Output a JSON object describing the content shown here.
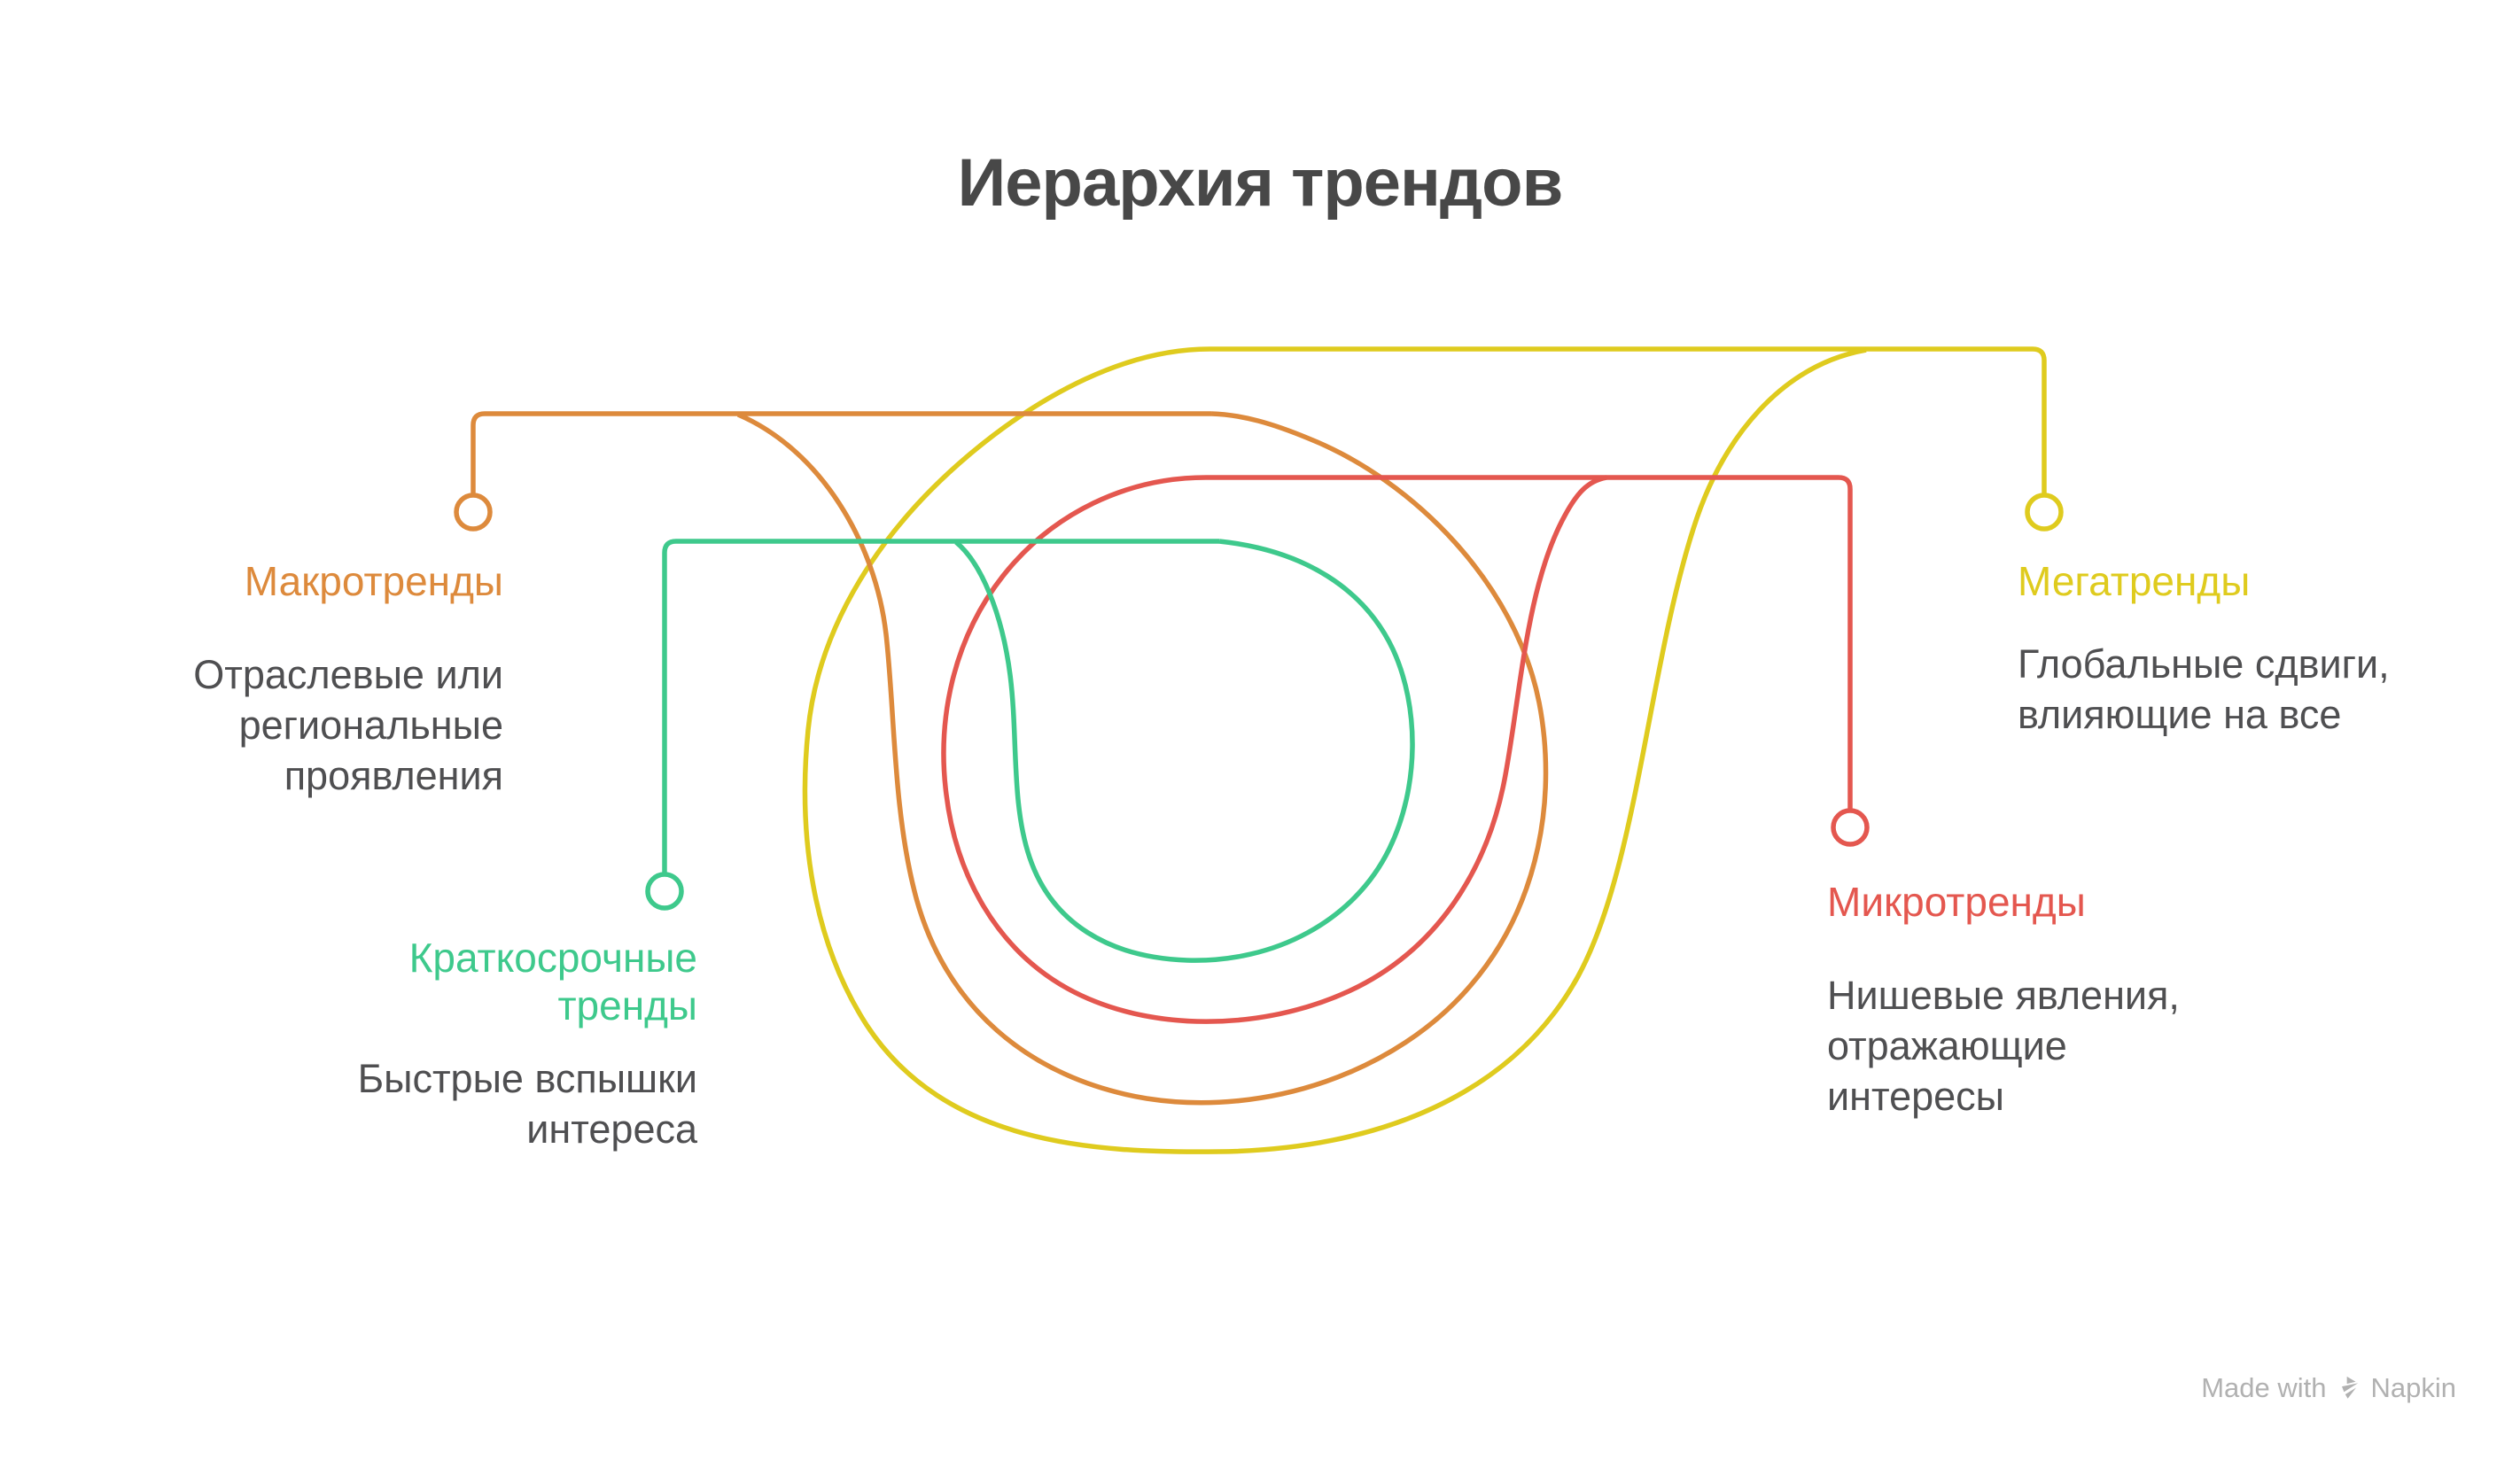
{
  "title": {
    "text": "Иерархия трендов",
    "color": "#484848"
  },
  "diagram": {
    "levels": [
      {
        "id": "megatrends",
        "label": "Мегатренды",
        "description": "Глобальные сдвиги,\nвлияющие на все",
        "color": "#DFCB1E",
        "label_side": "right"
      },
      {
        "id": "macrotrends",
        "label": "Макротренды",
        "description": "Отраслевые или\nрегиональные\nпроявления",
        "color": "#DD8A3C",
        "label_side": "left"
      },
      {
        "id": "microtrends",
        "label": "Микротренды",
        "description": "Нишевые явления,\nотражающие\nинтересы",
        "color": "#E4574F",
        "label_side": "right"
      },
      {
        "id": "short_term_trends",
        "label": "Краткосрочные\nтренды",
        "description": "Быстрые вспышки\nинтереса",
        "color": "#3EC98C",
        "label_side": "left"
      }
    ]
  },
  "watermark": {
    "prefix": "Made with",
    "brand": "Napkin",
    "color": "#B1B1B1"
  }
}
